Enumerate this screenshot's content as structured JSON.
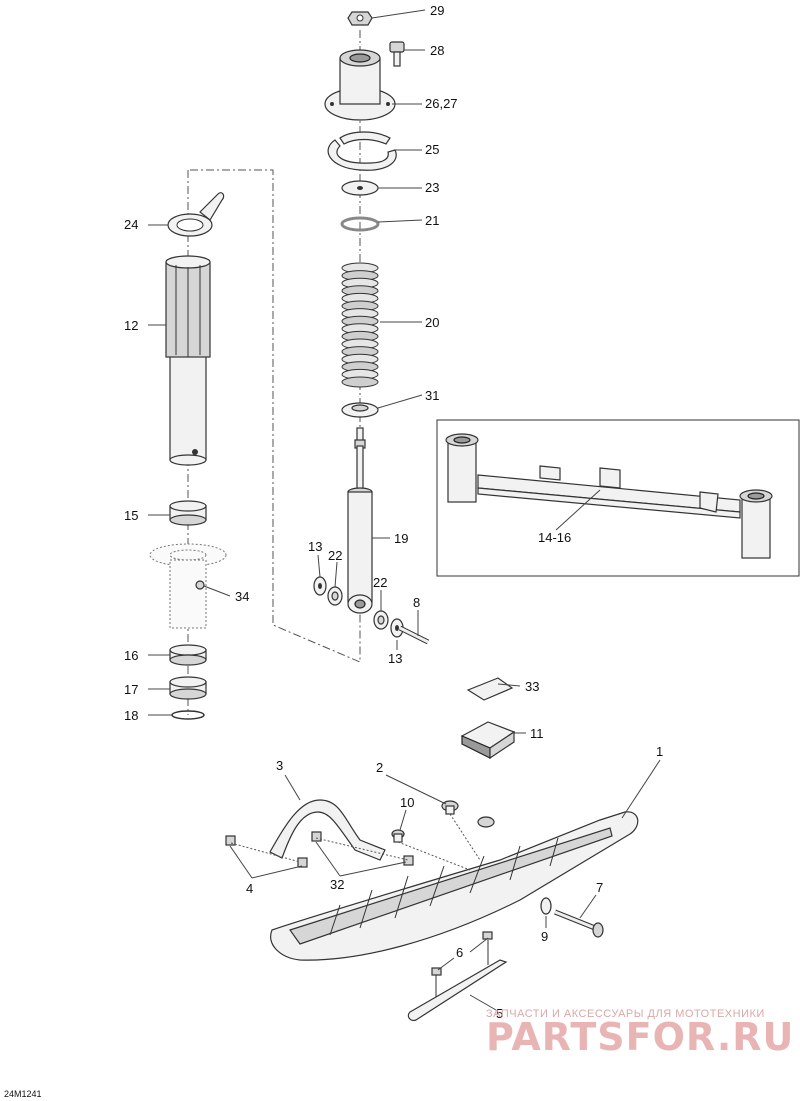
{
  "callouts": {
    "c29": "29",
    "c28": "28",
    "c26_27": "26,27",
    "c25": "25",
    "c23": "23",
    "c21": "21",
    "c20": "20",
    "c31": "31",
    "c24": "24",
    "c12": "12",
    "c15": "15",
    "c34": "34",
    "c16": "16",
    "c17": "17",
    "c18": "18",
    "c19": "19",
    "c13a": "13",
    "c22a": "22",
    "c22b": "22",
    "c8": "8",
    "c13b": "13",
    "c14_16": "14-16",
    "c33": "33",
    "c11": "11",
    "c1": "1",
    "c2": "2",
    "c3": "3",
    "c10": "10",
    "c4": "4",
    "c32": "32",
    "c7": "7",
    "c9": "9",
    "c6": "6",
    "c5": "5"
  },
  "drawing_code": "24M1241",
  "watermark": {
    "tagline": "ЗАПЧАСТИ И АКСЕССУАРЫ ДЛЯ МОТОТЕХНИКИ",
    "brand": "PARTSFOR.RU"
  },
  "colors": {
    "line": "#333333",
    "watermark": "#e9b4b4",
    "background": "#ffffff"
  }
}
